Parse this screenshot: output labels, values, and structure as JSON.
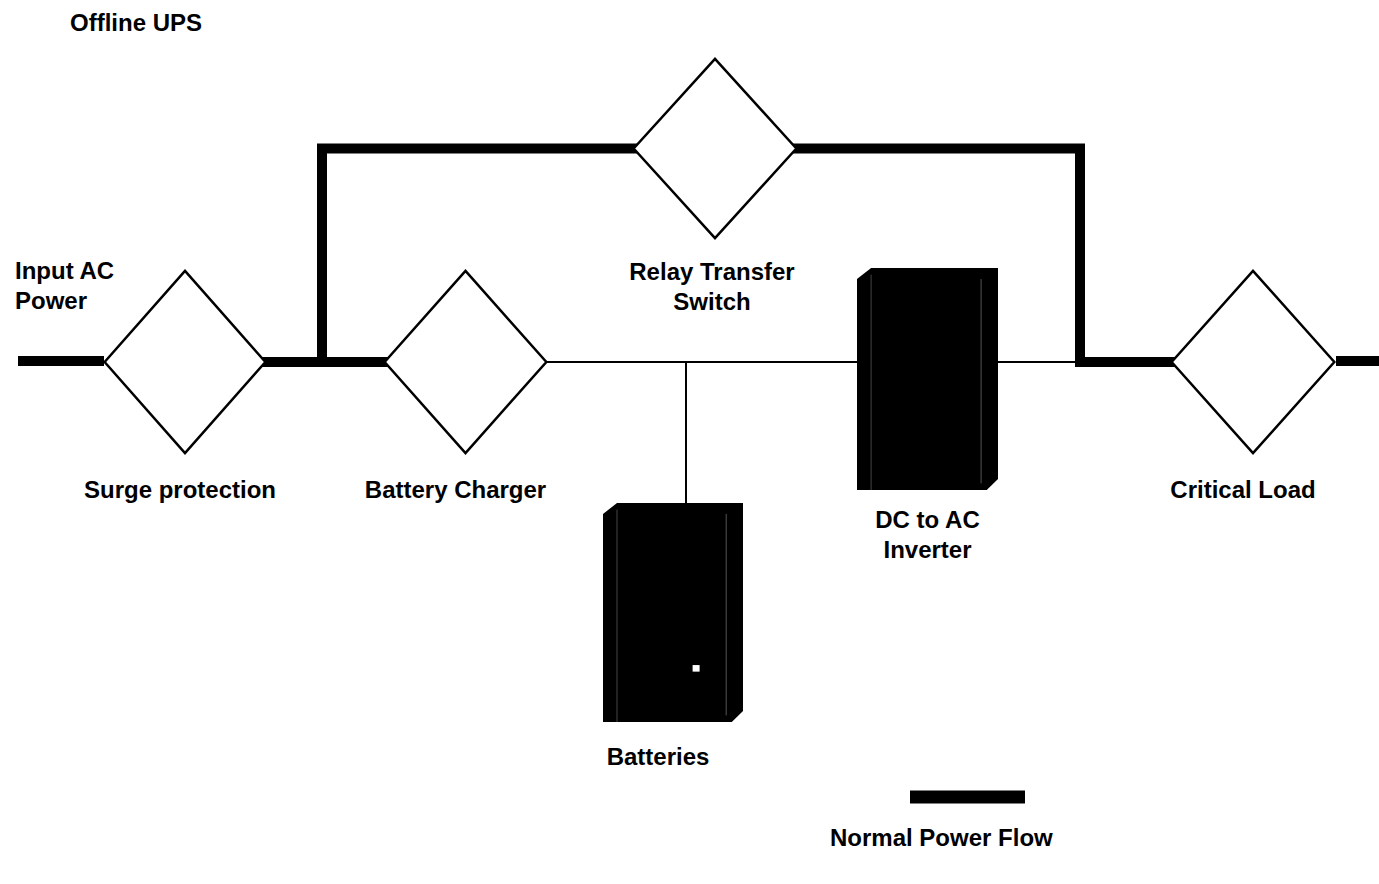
{
  "diagram": {
    "title": "Offline UPS",
    "nodes": [
      {
        "text": [
          "Surge protection"
        ]
      },
      {
        "text": [
          "Relay Transfer Switch"
        ]
      },
      {
        "text": [
          "Battery Charger"
        ]
      },
      {
        "text": [
          "Batteries"
        ]
      },
      {
        "text": [
          "DC to AC Inverter"
        ]
      },
      {
        "text": [
          "Critical Load"
        ]
      }
    ],
    "edges": [
      {
        "from": 0,
        "to": 2,
        "arrow": "none"
      },
      {
        "from": 0,
        "to": 1,
        "arrow": "none"
      },
      {
        "from": 2,
        "to": 4,
        "arrow": "none"
      },
      {
        "from": 2,
        "to": 3,
        "arrow": "none"
      },
      {
        "from": 4,
        "to": 5,
        "arrow": "none"
      },
      {
        "from": 1,
        "to": 5,
        "arrow": "none"
      }
    ],
    "labels": [
      "Input AC Power"
    ],
    "legend": [
      {
        "text": "Normal Power Flow"
      }
    ]
  }
}
